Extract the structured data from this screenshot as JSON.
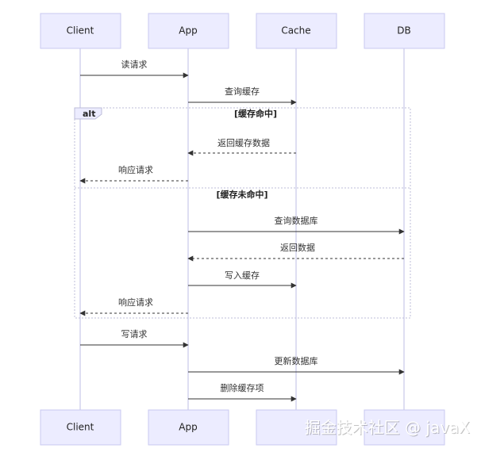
{
  "participants": [
    {
      "id": "client",
      "label": "Client"
    },
    {
      "id": "app",
      "label": "App"
    },
    {
      "id": "cache",
      "label": "Cache"
    },
    {
      "id": "db",
      "label": "DB"
    }
  ],
  "bottom_participants": [
    "Client",
    "App",
    "",
    ""
  ],
  "messages": [
    {
      "from": "client",
      "to": "app",
      "label": "读请求",
      "style": "solid"
    },
    {
      "from": "app",
      "to": "cache",
      "label": "查询缓存",
      "style": "solid"
    },
    {
      "from": "cache",
      "to": "app",
      "label": "返回缓存数据",
      "style": "dashed"
    },
    {
      "from": "app",
      "to": "client",
      "label": "响应请求",
      "style": "dashed"
    },
    {
      "from": "app",
      "to": "db",
      "label": "查询数据库",
      "style": "solid"
    },
    {
      "from": "db",
      "to": "app",
      "label": "返回数据",
      "style": "dashed"
    },
    {
      "from": "app",
      "to": "cache",
      "label": "写入缓存",
      "style": "solid"
    },
    {
      "from": "app",
      "to": "client",
      "label": "响应请求",
      "style": "dashed"
    },
    {
      "from": "client",
      "to": "app",
      "label": "写请求",
      "style": "solid"
    },
    {
      "from": "app",
      "to": "db",
      "label": "更新数据库",
      "style": "solid"
    },
    {
      "from": "app",
      "to": "cache",
      "label": "删除缓存项",
      "style": "solid"
    }
  ],
  "alt_frame": {
    "keyword": "alt",
    "branches": [
      "[缓存命中]",
      "[缓存未命中]"
    ]
  },
  "watermark": "掘金技术社区 @ javaX"
}
